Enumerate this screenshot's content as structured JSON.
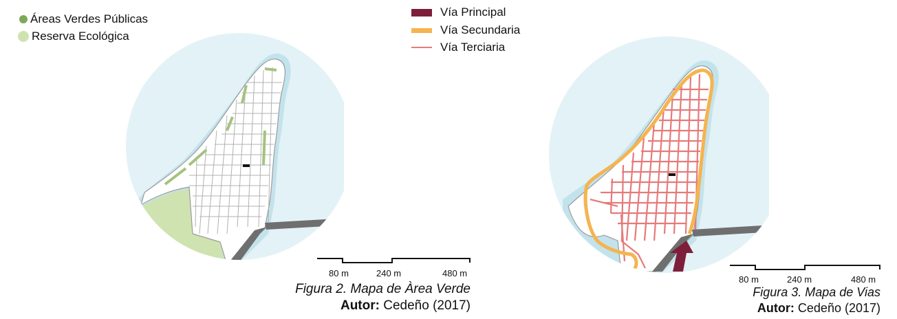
{
  "legend_left": {
    "items": [
      {
        "label": "Áreas Verdes Públicas",
        "color": "#7ea85a",
        "icon": "filled-circle"
      },
      {
        "label": "Reserva Ecológica",
        "color": "#cfe3b0",
        "icon": "filled-circle"
      }
    ]
  },
  "legend_right": {
    "items": [
      {
        "label": "Vía Principal",
        "color": "#7d1f3a",
        "icon": "thick-bar"
      },
      {
        "label": "Vía Secundaria",
        "color": "#f5b450",
        "icon": "medium-bar"
      },
      {
        "label": "Vía Terciaria",
        "color": "#e57a7a",
        "icon": "thin-line"
      }
    ]
  },
  "scale_bar": {
    "labels": [
      "80 m",
      "240 m",
      "480 m"
    ]
  },
  "map_left": {
    "caption_title": "Figura 2. Mapa de Àrea Verde",
    "caption_author_label": "Autor:",
    "caption_author_value": " Cedeño (2017)"
  },
  "map_right": {
    "caption_title": "Figura 3. Mapa de Vias",
    "caption_author_label": "Autor:",
    "caption_author_value": " Cedeño (2017)"
  },
  "colors": {
    "water_circle": "#e3f2f6",
    "water_edge": "#c3e3ec",
    "land": "#ffffff",
    "pier": "#6f6f6f",
    "block_outline": "#b8b8b8"
  }
}
